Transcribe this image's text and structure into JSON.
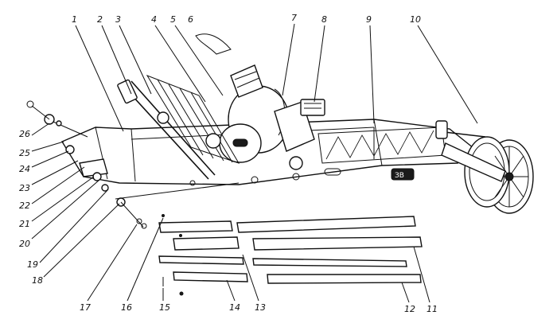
{
  "diagram": {
    "callouts": [
      {
        "id": "c1",
        "label": "1"
      },
      {
        "id": "c2",
        "label": "2"
      },
      {
        "id": "c3",
        "label": "3"
      },
      {
        "id": "c4",
        "label": "4"
      },
      {
        "id": "c5",
        "label": "5"
      },
      {
        "id": "c6",
        "label": "6"
      },
      {
        "id": "c7",
        "label": "7"
      },
      {
        "id": "c8",
        "label": "8"
      },
      {
        "id": "c9",
        "label": "9"
      },
      {
        "id": "c10",
        "label": "10"
      },
      {
        "id": "c11",
        "label": "11"
      },
      {
        "id": "c12",
        "label": "12"
      },
      {
        "id": "c13",
        "label": "13"
      },
      {
        "id": "c14",
        "label": "14"
      },
      {
        "id": "c15",
        "label": "15"
      },
      {
        "id": "c16",
        "label": "16"
      },
      {
        "id": "c17",
        "label": "17"
      },
      {
        "id": "c18",
        "label": "18"
      },
      {
        "id": "c19",
        "label": "19"
      },
      {
        "id": "c20",
        "label": "20"
      },
      {
        "id": "c21",
        "label": "21"
      },
      {
        "id": "c22",
        "label": "22"
      },
      {
        "id": "c23",
        "label": "23"
      },
      {
        "id": "c24",
        "label": "24"
      },
      {
        "id": "c25",
        "label": "25"
      },
      {
        "id": "c26",
        "label": "26"
      }
    ],
    "colors": {
      "ink": "#111111",
      "paper": "#ffffff"
    }
  }
}
